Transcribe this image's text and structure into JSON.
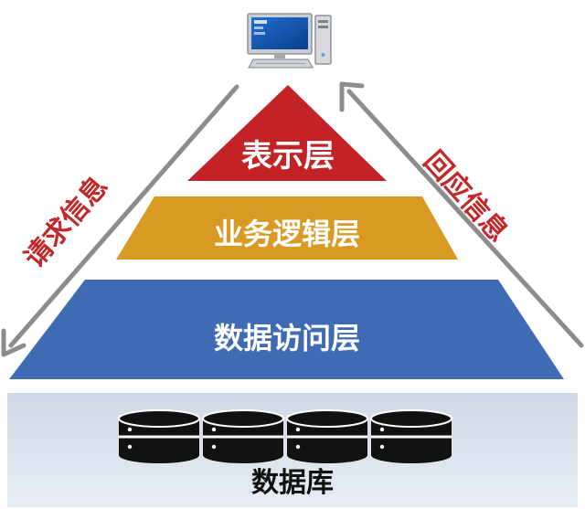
{
  "layers": {
    "presentation": "表示层",
    "business": "业务逻辑层",
    "data_access": "数据访问层"
  },
  "database_label": "数据库",
  "request_label": "请求信息",
  "response_label": "回应信息",
  "icons": {
    "client": "desktop-computer-icon",
    "storage": "database-disk-icon"
  },
  "colors": {
    "presentation": "#c32227",
    "business": "#d89a22",
    "data_access": "#3f6bb5",
    "database_panel": "#dce3ed",
    "arrow": "#8c8c8c",
    "side_text": "#c0282a"
  }
}
